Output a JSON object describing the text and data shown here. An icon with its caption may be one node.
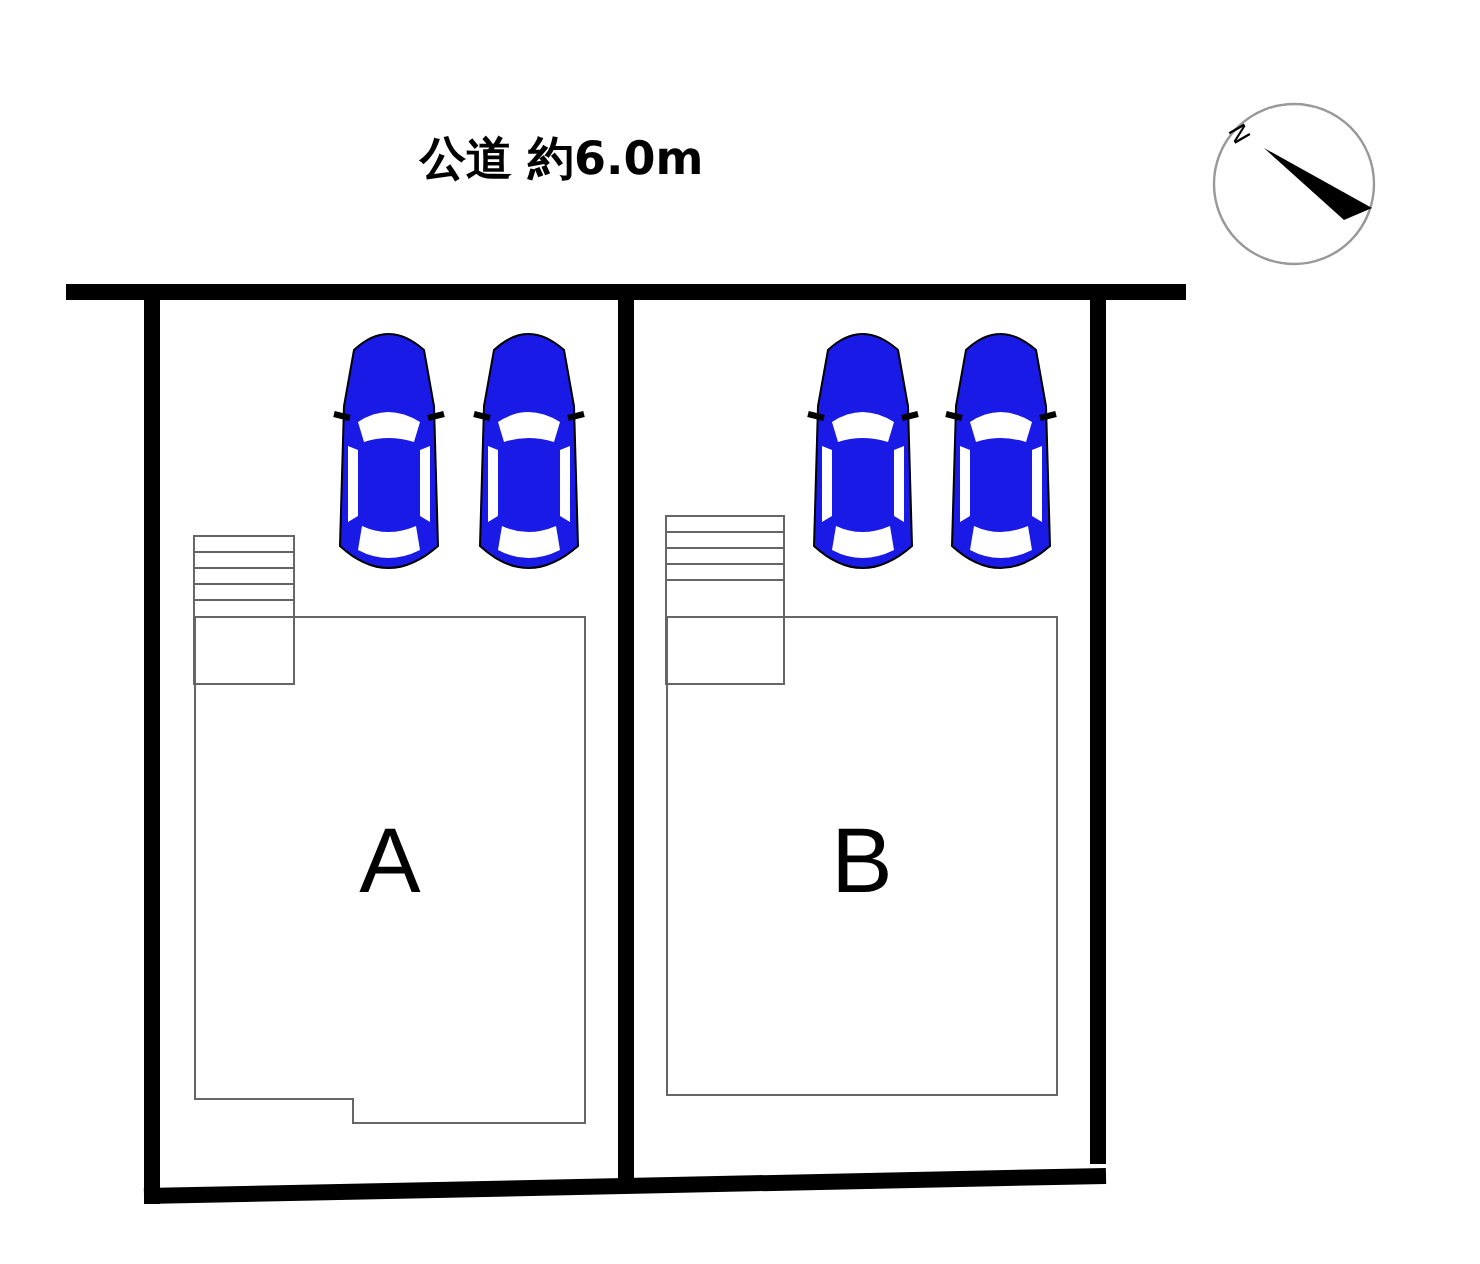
{
  "diagram": {
    "nodes": [
      {
        "text": [
          "A"
        ]
      },
      {
        "text": [
          "B"
        ]
      }
    ],
    "labels": [
      "公道 約6.0m",
      "N"
    ]
  }
}
